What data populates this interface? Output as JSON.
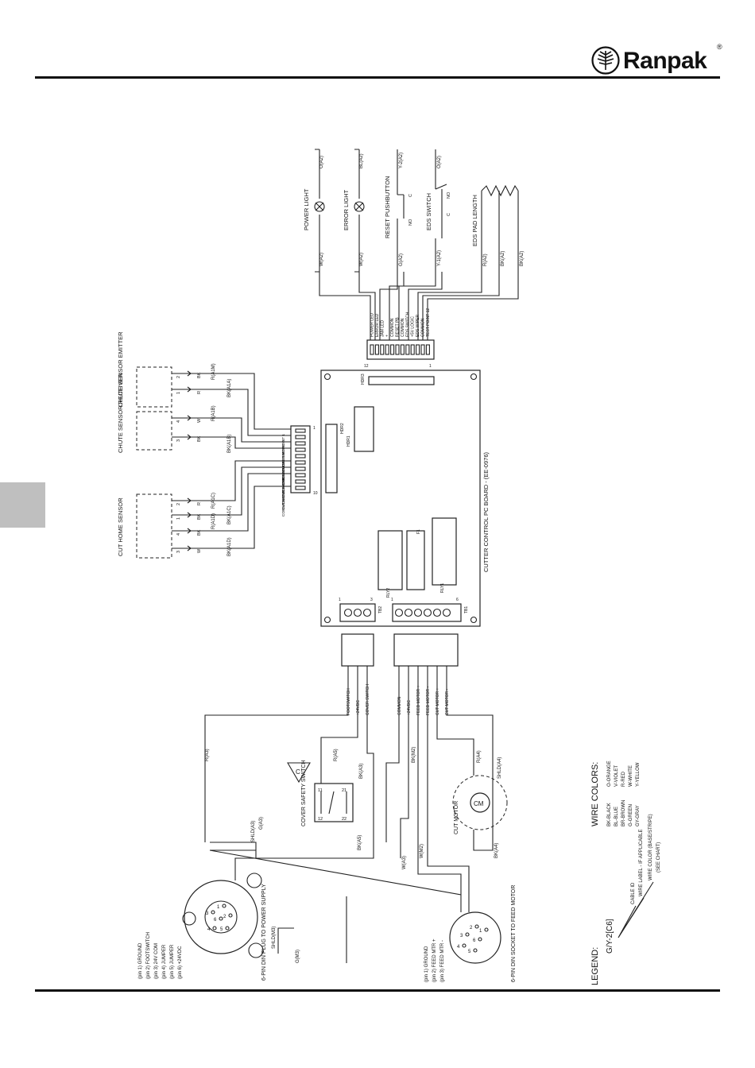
{
  "brand": {
    "name": "Ranpak",
    "registered": "®"
  },
  "pc_board": {
    "title": "CUTTER CONTROL PC BOARD - (EE-0976)",
    "connectors": [
      "HDR3",
      "HDR2",
      "HDR1",
      "TB2",
      "TB1",
      "RLY2",
      "RLY1",
      "F1"
    ]
  },
  "hdr3": {
    "pins": [
      "POWER LED",
      "ERROR LED",
      "JAM LED",
      "+",
      "COMMON",
      "RESET PB",
      "COMMON",
      "EDS SWITCH",
      "+5V LOGIC",
      "EDS WIPER",
      "COMMON",
      "TEST POINT 12"
    ],
    "pin_first": "12",
    "pin_last": "1"
  },
  "hdr2": {
    "pins": [
      "TEST POINT 1",
      "TEST POINT 2",
      "CHUTE-EMTR",
      "COMMON",
      "CHUTE-RCVR",
      "COMMON",
      "CUT HOME-EMTR",
      "COMMON",
      "CUT HOME-RCVR",
      "COMMON"
    ],
    "pin_first": "1",
    "pin_last": "10"
  },
  "tb2": {
    "pins": [
      "FOOTSWITCH",
      "+24VDC",
      "COVER SWITCH"
    ],
    "pin_first": "1",
    "pin_last": "3"
  },
  "tb1": {
    "pins": [
      "COMMON",
      "+24VDC",
      "FEED MOTOR +",
      "FEED MOTOR -",
      "CUT MOTOR +",
      "CUT MOTOR -"
    ],
    "pin_first": "1",
    "pin_last": "6"
  },
  "lights": [
    {
      "title": "POWER LIGHT",
      "w": "W(A2)",
      "o": "O(A2)"
    },
    {
      "title": "ERROR LIGHT",
      "w": "W(A2)",
      "o": "BL(A2)"
    }
  ],
  "reset": {
    "title": "RESET PUSHBUTTON",
    "a": "G(A2)",
    "b": "Y-2(A2)",
    "no": "NO",
    "c": "C"
  },
  "eds_switch": {
    "title": "EDS SWITCH",
    "a": "Y-1(A2)",
    "b": "O(A2)",
    "c": "C",
    "no": "NO"
  },
  "eds_pad": {
    "title": "EDS PAD LENGTH",
    "wires": [
      "R(A2)",
      "BK(A2)",
      "BK(A2)"
    ]
  },
  "sensors": {
    "chute_emitter": {
      "title": "CHUTE SENSOR EMITTER",
      "wires": [
        "R(A1M)",
        "BK(A1A)"
      ]
    },
    "chute_receiver": {
      "title": "CHUTE SENSOR RECEIVER",
      "wires": [
        "R(A1B)",
        "BK(A1B)"
      ]
    },
    "cut_home": {
      "title": "CUT HOME SENSOR",
      "wires": [
        "R(A1C)",
        "R(A1D)",
        "BK(A1C)",
        "BK(A1D)"
      ]
    },
    "pins": [
      "1",
      "2",
      "3",
      "4"
    ],
    "wire_letters": [
      "W",
      "BK",
      "R"
    ]
  },
  "cover_switch": {
    "title": "COVER SAFETY SWITCH",
    "marker": "C",
    "pins": [
      "11",
      "12",
      "21",
      "22"
    ]
  },
  "wires": [
    "R(A3)",
    "R(A5)",
    "BK(A3)",
    "BK(A5)",
    "SHLD(A3)",
    "G(A3)",
    "W(A3)",
    "BK(M2)",
    "W(M2)",
    "SHLD(M3)",
    "G(M3)",
    "R(A4)",
    "SHLD(A4)",
    "BK(A4)"
  ],
  "cut_motor": {
    "title": "CUT MOTOR",
    "symbol": "CM"
  },
  "power_plug": {
    "title": "6-PIN DIN PLUG TO POWER SUPPLY",
    "pins": [
      "(pin 1) GROUND",
      "(pin 2) FOOTSWITCH",
      "(pin 3) 24V COM",
      "(pin 4) JUMPER",
      "(pin 5) JUMPER",
      "(pin 6) +24VDC"
    ],
    "numbers": [
      "1",
      "2",
      "3",
      "4",
      "5",
      "6"
    ]
  },
  "feed_socket": {
    "title": "6-PIN DIN SOCKET TO FEED MOTOR",
    "pins": [
      "(pin 1) GROUND",
      "(pin 2) FEED MTR +",
      "(pin 3) FEED MTR -"
    ],
    "numbers": [
      "1",
      "2",
      "3",
      "4",
      "5",
      "6"
    ]
  },
  "legend": {
    "title": "LEGEND:",
    "sample": "G/Y-2[C6]",
    "items": [
      "CABLE ID",
      "WIRE LABEL - IF APPLICABLE",
      "WIRE COLOR (BASE/STRIPE)",
      "(SEE CHART)"
    ]
  },
  "wire_colors": {
    "title": "WIRE COLORS:",
    "items": [
      "BK-BLACK",
      "O-ORANGE",
      "BL-BLUE",
      "V-VIOLET",
      "BR-BROWN",
      "R-RED",
      "G-GREEN",
      "W-WHITE",
      "GY-GRAY",
      "Y-YELLOW"
    ]
  }
}
